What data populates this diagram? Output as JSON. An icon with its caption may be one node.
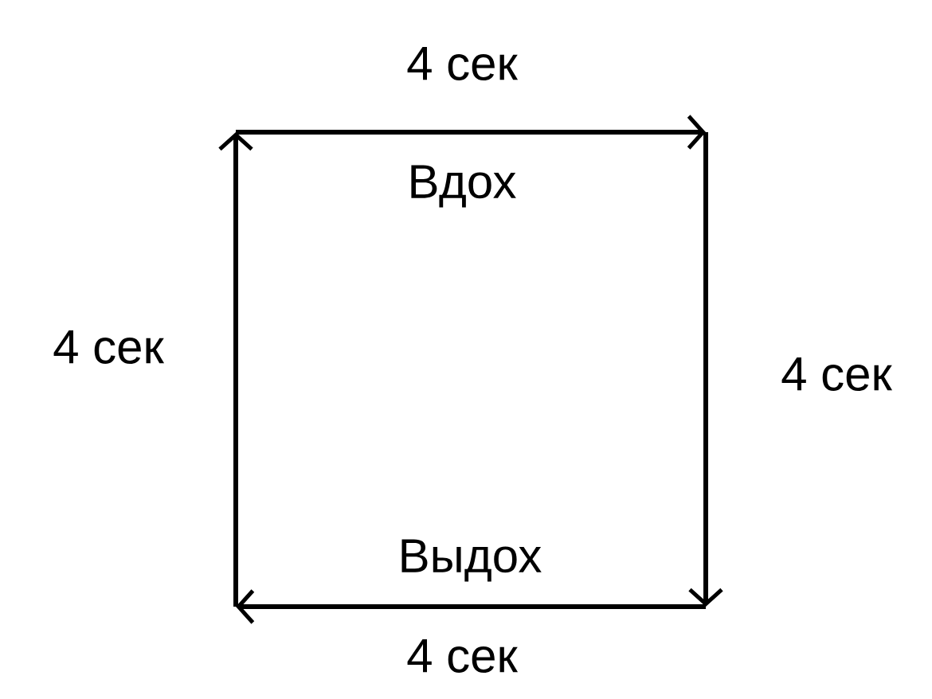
{
  "diagram": {
    "labels": [
      "4 сек",
      "Вдох",
      "4 сек",
      "4 сек",
      "Выдох",
      "4 сек"
    ]
  }
}
